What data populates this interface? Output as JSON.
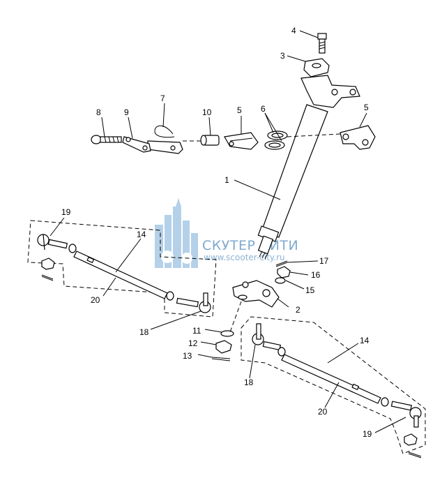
{
  "part_numbers": {
    "p1": "1",
    "p2": "2",
    "p3": "3",
    "p4": "4",
    "p5a": "5",
    "p5b": "5",
    "p6": "6",
    "p7": "7",
    "p8": "8",
    "p9": "9",
    "p10": "10",
    "p11": "11",
    "p12": "12",
    "p13": "13",
    "p14a": "14",
    "p14b": "14",
    "p15": "15",
    "p16": "16",
    "p17": "17",
    "p18a": "18",
    "p18b": "18",
    "p19a": "19",
    "p19b": "19",
    "p20a": "20",
    "p20b": "20"
  },
  "watermark": {
    "title": "СКУТЕР СИТИ",
    "url": "www.scooter-city.ru",
    "color": "#7fa9cf"
  }
}
